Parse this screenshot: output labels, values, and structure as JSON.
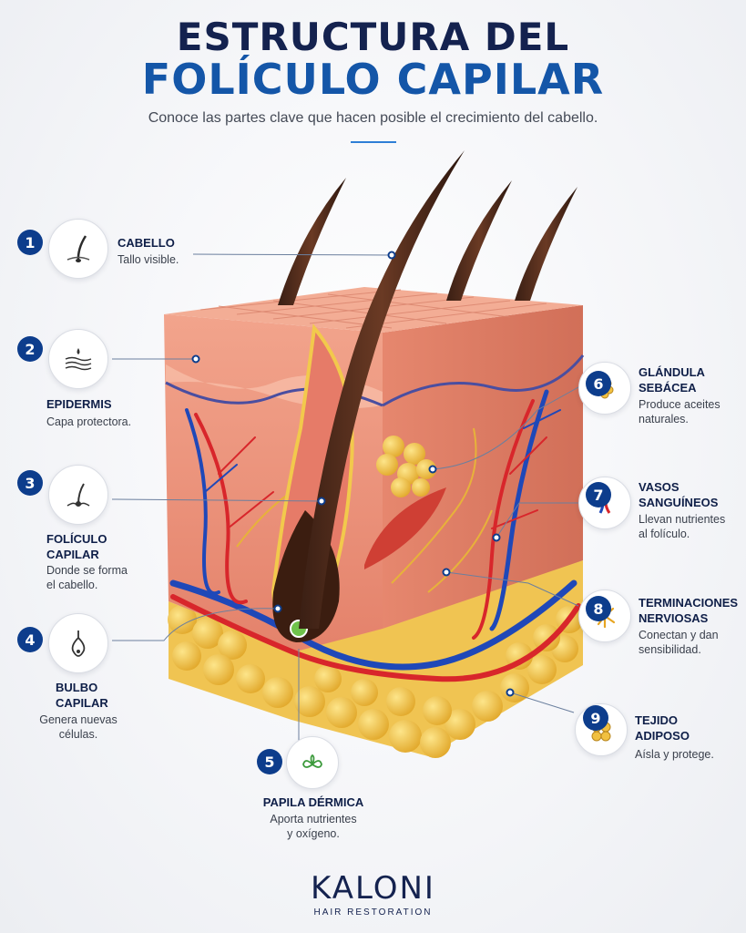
{
  "header": {
    "title_line1": "ESTRUCTURA DEL",
    "title_line2": "FOLÍCULO CAPILAR",
    "subtitle": "Conoce las partes clave que hacen posible el crecimiento del cabello."
  },
  "parts": [
    {
      "number": "1",
      "title": "CABELLO",
      "description": "Tallo visible.",
      "icon": "hair-shaft-icon"
    },
    {
      "number": "2",
      "title": "EPIDERMIS",
      "description": "Capa protectora.",
      "icon": "skin-layers-icon"
    },
    {
      "number": "3",
      "title": "FOLÍCULO\nCAPILAR",
      "description": "Donde se forma\nel cabello.",
      "icon": "follicle-icon"
    },
    {
      "number": "4",
      "title": "BULBO\nCAPILAR",
      "description": "Genera nuevas\ncélulas.",
      "icon": "bulb-icon"
    },
    {
      "number": "5",
      "title": "PAPILA DÉRMICA",
      "description": "Aporta nutrientes\ny oxígeno.",
      "icon": "papilla-icon"
    },
    {
      "number": "6",
      "title": "GLÁNDULA\nSEBÁCEA",
      "description": "Produce aceites\nnaturales.",
      "icon": "gland-icon"
    },
    {
      "number": "7",
      "title": "VASOS\nSANGUÍNEOS",
      "description": "Llevan nutrientes\nal folículo.",
      "icon": "blood-vessels-icon"
    },
    {
      "number": "8",
      "title": "TERMINACIONES\nNERVIOSAS",
      "description": "Conectan y dan\nsensibilidad.",
      "icon": "nerve-icon"
    },
    {
      "number": "9",
      "title": "TEJIDO\nADIPOSO",
      "description": "Aísla y protege.",
      "icon": "fat-cells-icon"
    }
  ],
  "brand": {
    "name": "KALONI",
    "tagline": "HAIR RESTORATION"
  },
  "colors": {
    "navy": "#14224f",
    "blue": "#1456a8",
    "badge": "#0d3d8c",
    "skin": "#e98f78",
    "fat": "#f0c452"
  }
}
